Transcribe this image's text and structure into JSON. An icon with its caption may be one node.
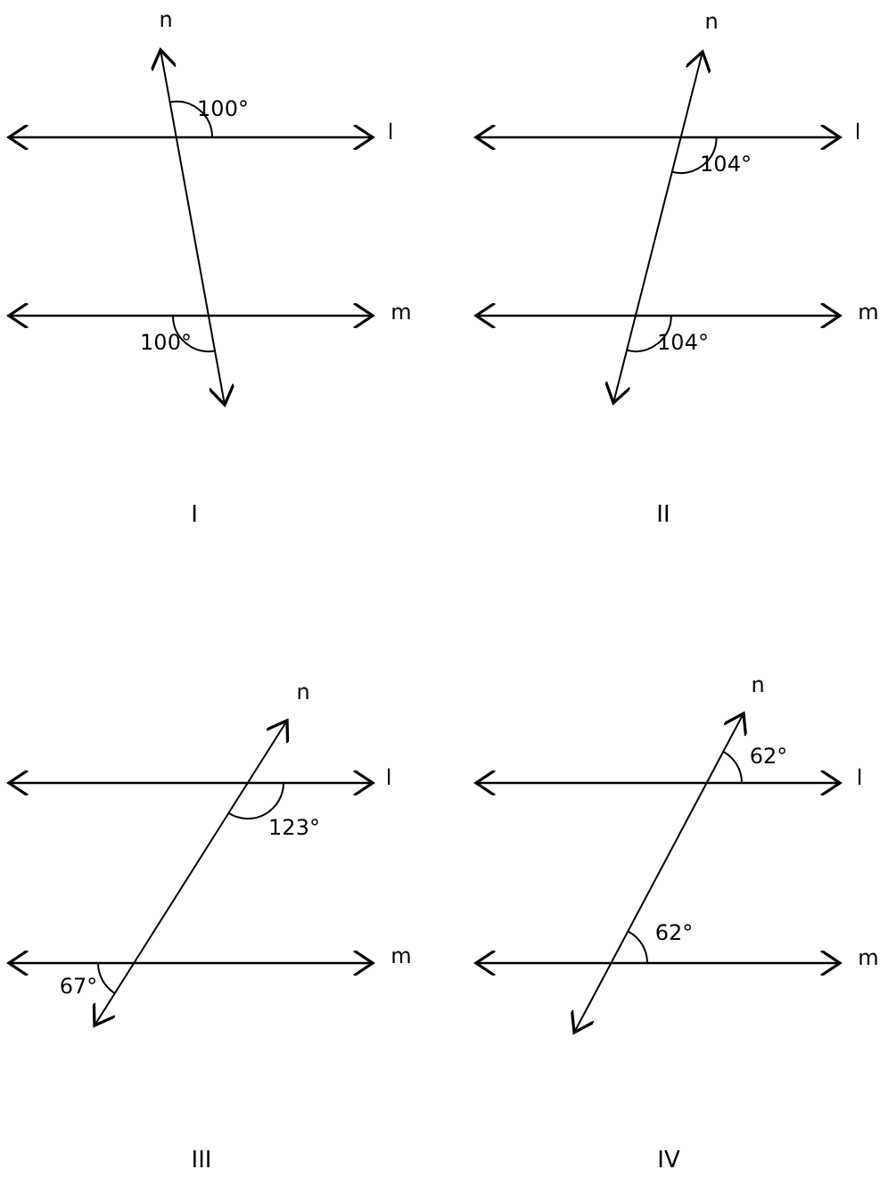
{
  "diagram": {
    "labels": [
      "n",
      "100°",
      "l",
      "m",
      "100°",
      "I",
      "n",
      "l",
      "104°",
      "m",
      "104°",
      "II",
      "n",
      "l",
      "123°",
      "m",
      "67°",
      "III",
      "n",
      "62°",
      "l",
      "62°",
      "m",
      "IV"
    ]
  }
}
